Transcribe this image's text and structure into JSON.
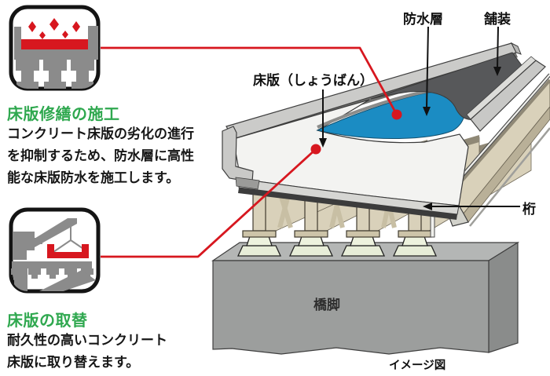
{
  "left_panel": {
    "repair": {
      "heading": "床版修繕の施工",
      "body_lines": [
        "コンクリート床版の劣化の進行",
        "を抑制するため、防水層に高性",
        "能な床版防水を施工します。"
      ]
    },
    "replace": {
      "heading": "床版の取替",
      "body_lines": [
        "耐久性の高いコンクリート",
        "床版に取り替えます。"
      ]
    }
  },
  "diagram_labels": {
    "waterproof_layer": "防水層",
    "pavement": "舗装",
    "deck_slab": "床版（しょうばん）",
    "girder": "桁",
    "pier": "橋脚",
    "caption": "イメージ図"
  },
  "colors": {
    "accent_green": "#2fa84f",
    "accent_red": "#d7171f",
    "waterproof_blue": "#1b8cc3",
    "pavement_gray": "#57585a",
    "girder_beige": "#d9d1ba",
    "pier_gray": "#9c9e9d",
    "icon_gray": "#8b8b8b"
  }
}
